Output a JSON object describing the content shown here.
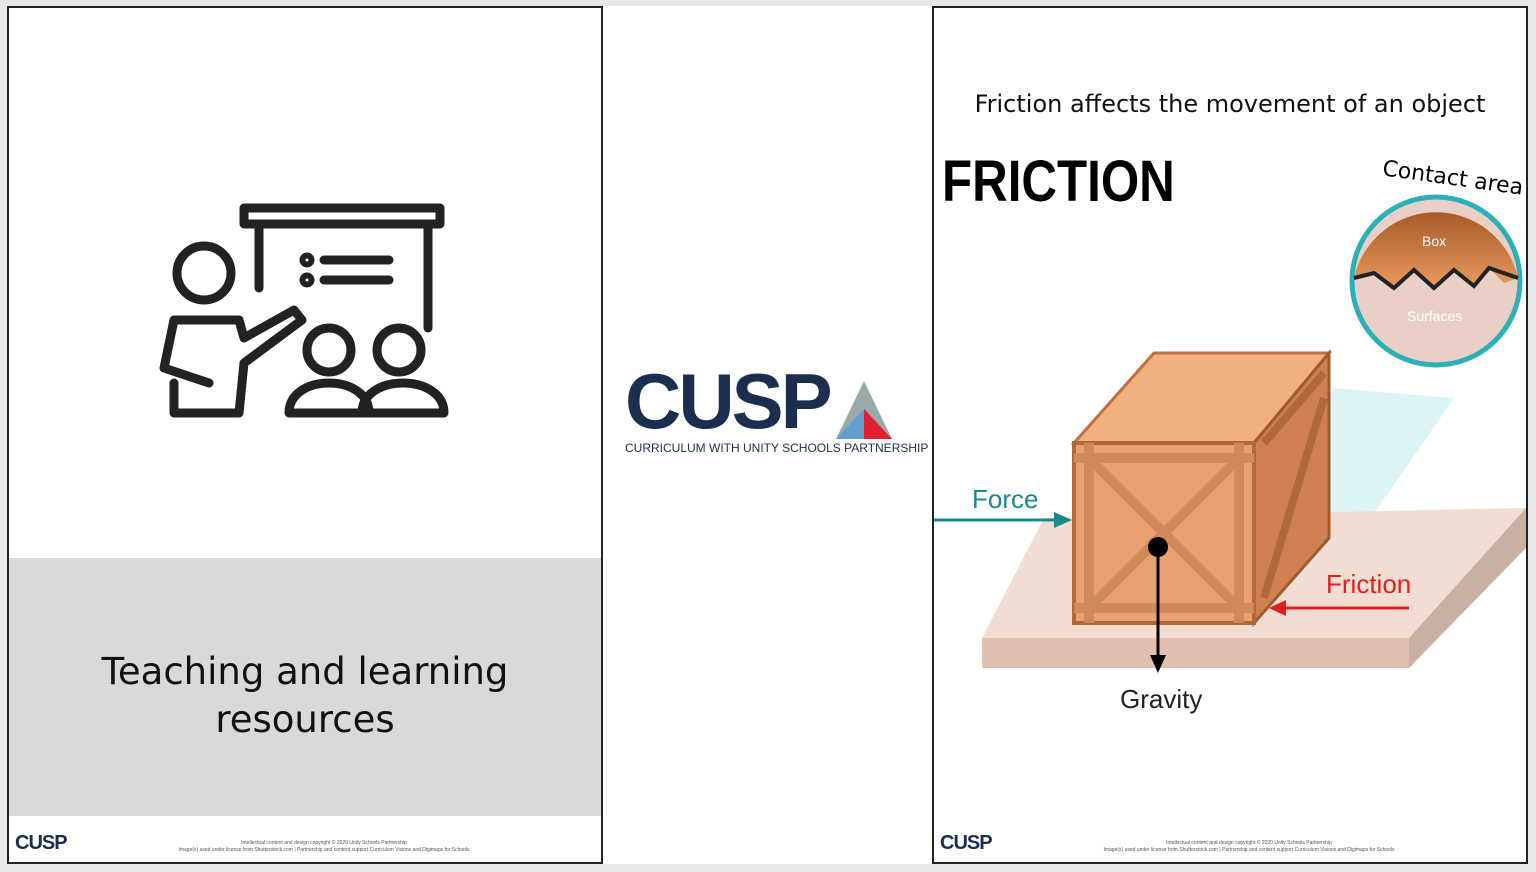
{
  "slide1": {
    "title": "Teaching and learning resources",
    "icon": "teacher-presentation-icon"
  },
  "slide2": {
    "logo_text": "CUSP",
    "logo_tagline": "CURRICULUM WITH UNITY SCHOOLS PARTNERSHIP"
  },
  "slide3": {
    "subtitle": "Friction affects the movement of an object",
    "title": "FRICTION",
    "contact_area": "Contact area",
    "box": "Box",
    "surfaces": "Surfaces",
    "force": "Force",
    "friction": "Friction",
    "gravity": "Gravity"
  },
  "footer": {
    "logo": "CUSP",
    "line1": "Intellectual content and design copyright © 2020 Unity Schools Partnership",
    "line2": "Image(s) used under license from Shutterstock.com | Partnership and content support Curriculum Visions and Digimaps for Schools"
  },
  "colors": {
    "navy": "#1c2e4f",
    "teal": "#1a8a8f",
    "red": "#e02020",
    "crate": "#e8a070"
  }
}
